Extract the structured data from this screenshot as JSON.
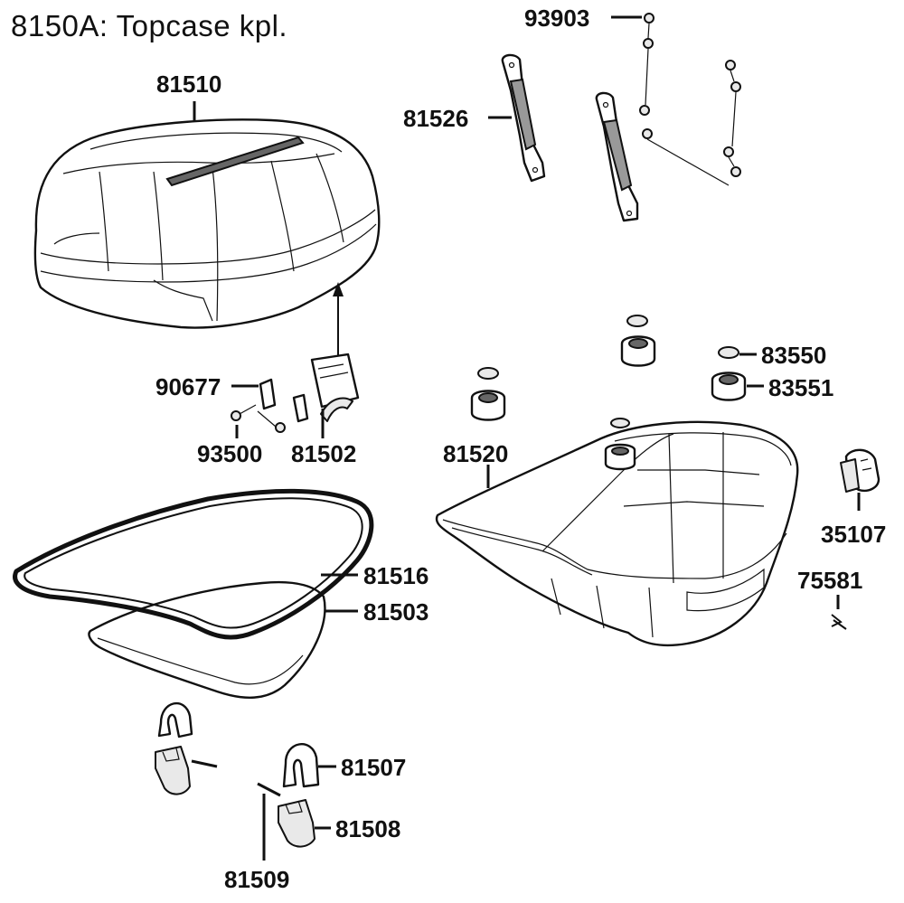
{
  "title": "8150A: Topcase kpl.",
  "part_numbers": {
    "p81510": "81510",
    "p93903": "93903",
    "p81526": "81526",
    "p90677": "90677",
    "p93500": "93500",
    "p81502": "81502",
    "p83550": "83550",
    "p83551": "83551",
    "p81520": "81520",
    "p35107": "35107",
    "p75581": "75581",
    "p81516": "81516",
    "p81503": "81503",
    "p81507": "81507",
    "p81508": "81508",
    "p81509": "81509"
  },
  "colors": {
    "ink": "#111111",
    "background": "#ffffff"
  }
}
